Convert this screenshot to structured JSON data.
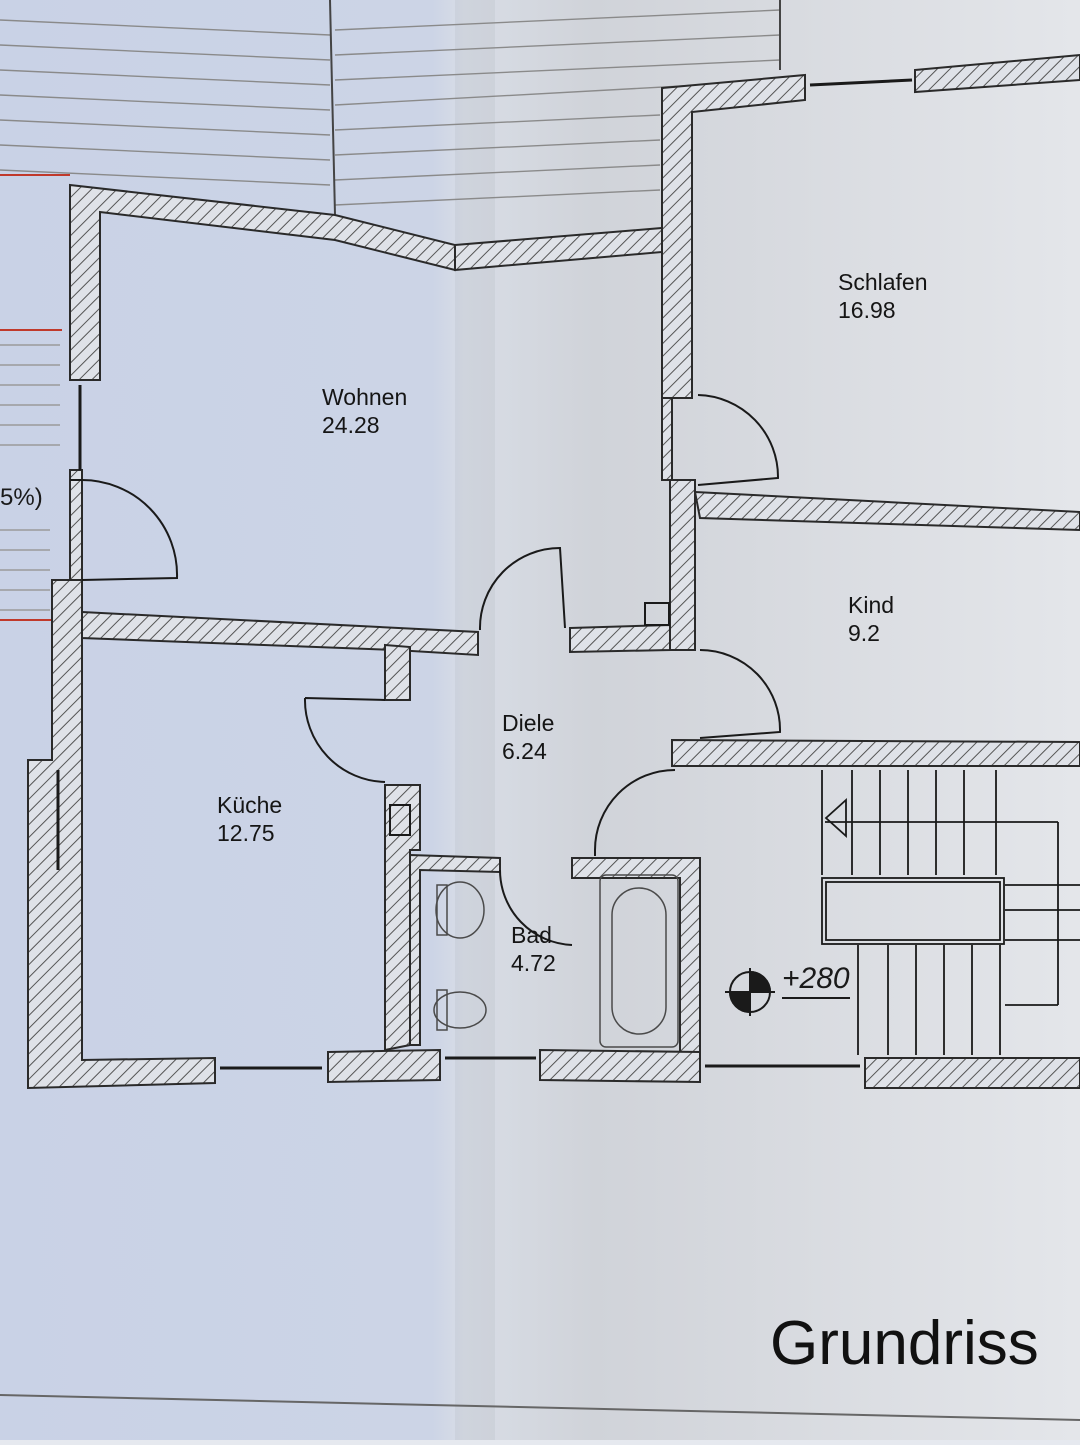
{
  "drawing": {
    "title": "Grundriss",
    "partial_label": "5%)",
    "elevation": "+280",
    "rooms": [
      {
        "id": "wohnen",
        "name": "Wohnen",
        "area": "24.28"
      },
      {
        "id": "schlafen",
        "name": "Schlafen",
        "area": "16.98"
      },
      {
        "id": "kind",
        "name": "Kind",
        "area": "9.2"
      },
      {
        "id": "diele",
        "name": "Diele",
        "area": "6.24"
      },
      {
        "id": "kueche",
        "name": "Küche",
        "area": "12.75"
      },
      {
        "id": "bad",
        "name": "Bad",
        "area": "4.72"
      }
    ]
  },
  "colors": {
    "paper_light": "#e2e6ee",
    "paper_shadow": "#c7d0e3",
    "wall_line": "#2a2a2a",
    "wall_hatch": "#5a5a5a",
    "red_marks": "#c0392b"
  }
}
